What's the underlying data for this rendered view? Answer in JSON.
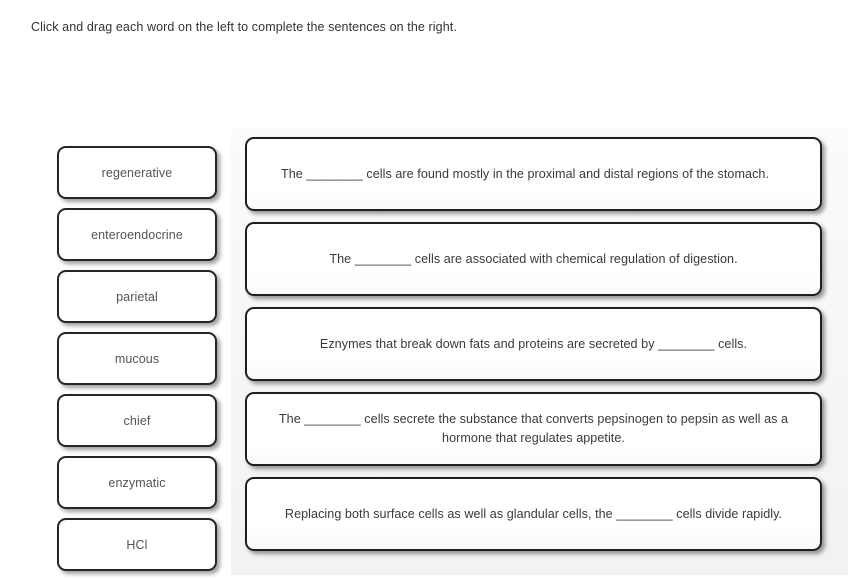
{
  "instruction": "Click and drag each word on the left to complete the sentences on the right.",
  "word_bank": {
    "tiles": [
      {
        "label": "regenerative"
      },
      {
        "label": "enteroendocrine"
      },
      {
        "label": "parietal"
      },
      {
        "label": "mucous"
      },
      {
        "label": "chief"
      },
      {
        "label": "enzymatic"
      },
      {
        "label": "HCl"
      }
    ]
  },
  "sentences": [
    {
      "text": "The ________ cells are found mostly in the proximal and distal regions of the stomach."
    },
    {
      "text": "The ________ cells are associated with chemical regulation of digestion."
    },
    {
      "text": "Eznymes that break down fats and proteins are secreted by ________ cells."
    },
    {
      "text": "The ________ cells secrete the substance that converts pepsinogen to pepsin as well as a hormone that regulates appetite."
    },
    {
      "text": "Replacing both surface cells as well as glandular cells, the ________ cells divide rapidly."
    }
  ],
  "colors": {
    "tile_border": "#262626",
    "tile_text": "#555555",
    "sentence_border": "#1f1f1f",
    "sentence_text": "#3a3a3a",
    "instruction_text": "#333333",
    "panel_background": "#f5f5f5"
  }
}
